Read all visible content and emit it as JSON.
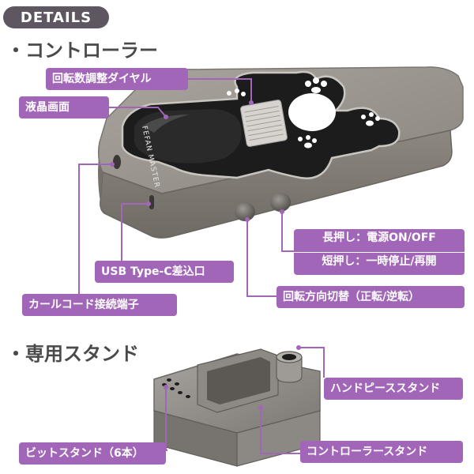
{
  "badge": "DETAILS",
  "controller": {
    "title": "・コントローラー",
    "device_text": "FEFAN MASTER"
  },
  "labels": {
    "dial": "回転数調整ダイヤル",
    "lcd": "液晶画面",
    "usb": "USB Type-C差込口",
    "cord": "カールコード接続端子",
    "power_long": "長押し：電源ON/OFF",
    "power_short": "短押し：一時停止/再開",
    "direction": "回転方向切替（正転/逆転）"
  },
  "stand": {
    "title": "・専用スタンド",
    "handpiece": "ハンドピーススタンド",
    "controller": "コントローラースタンド",
    "bits": "ビットスタンド（6本）"
  },
  "colors": {
    "accent": "#a266b8",
    "badge": "#5e5660",
    "device": "#8e8880"
  }
}
